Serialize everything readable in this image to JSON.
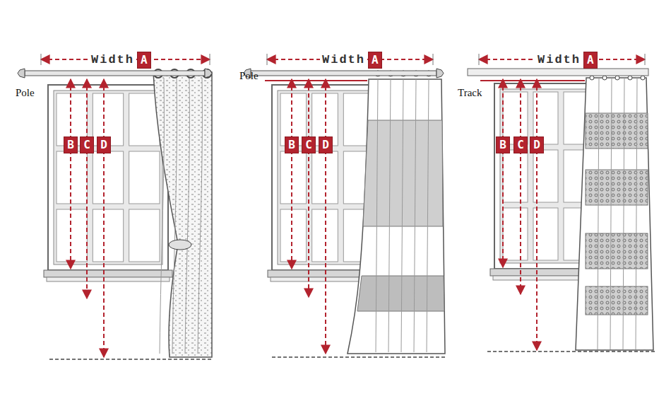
{
  "diagram": {
    "nodes": [
      {
        "text": [
          "A"
        ]
      },
      {
        "text": [
          "B"
        ]
      },
      {
        "text": [
          "C"
        ]
      },
      {
        "text": [
          "D"
        ]
      },
      {
        "text": [
          "A"
        ]
      },
      {
        "text": [
          "B"
        ]
      },
      {
        "text": [
          "C"
        ]
      },
      {
        "text": [
          "D"
        ]
      },
      {
        "text": [
          "A"
        ]
      },
      {
        "text": [
          "B"
        ]
      },
      {
        "text": [
          "C"
        ]
      },
      {
        "text": [
          "D"
        ]
      }
    ],
    "labels": [
      "Width",
      "Pole",
      "Width",
      "Pole",
      "Width",
      "Track"
    ]
  }
}
